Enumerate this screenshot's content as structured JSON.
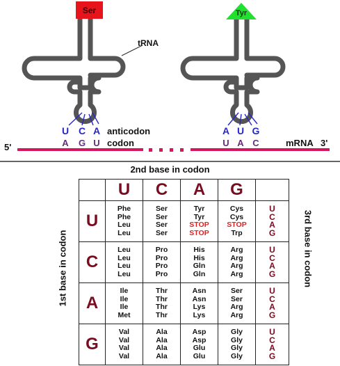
{
  "trna_left": {
    "amino_acid": "Ser",
    "color": "#e8141b",
    "anticodon": [
      "U",
      "C",
      "A"
    ],
    "codon": [
      "A",
      "G",
      "U"
    ]
  },
  "trna_right": {
    "amino_acid": "Tyr",
    "color": "#22e030",
    "anticodon": [
      "A",
      "U",
      "G"
    ],
    "codon": [
      "U",
      "A",
      "C"
    ]
  },
  "labels": {
    "trna": "tRNA",
    "anticodon": "anticodon",
    "codon": "codon",
    "five_prime": "5'",
    "mrna": "mRNA",
    "three_prime": "3'"
  },
  "colors": {
    "anticodon": "#2727c9",
    "codon": "#6a2a7a",
    "mrna": "#d5165f",
    "base_header": "#7a0c1f",
    "stop": "#e32020"
  },
  "table": {
    "second_base_title": "2nd base in codon",
    "first_base_title": "1st base in codon",
    "third_base_title": "3rd base in codon",
    "columns": [
      "U",
      "C",
      "A",
      "G"
    ],
    "third_bases": [
      "U",
      "C",
      "A",
      "G"
    ],
    "rows": [
      {
        "base": "U",
        "cells": [
          [
            "Phe",
            "Phe",
            "Leu",
            "Leu"
          ],
          [
            "Ser",
            "Ser",
            "Ser",
            "Ser"
          ],
          [
            "Tyr",
            "Tyr",
            "STOP",
            "STOP"
          ],
          [
            "Cys",
            "Cys",
            "STOP",
            "Trp"
          ]
        ]
      },
      {
        "base": "C",
        "cells": [
          [
            "Leu",
            "Leu",
            "Leu",
            "Leu"
          ],
          [
            "Pro",
            "Pro",
            "Pro",
            "Pro"
          ],
          [
            "His",
            "His",
            "Gln",
            "Gln"
          ],
          [
            "Arg",
            "Arg",
            "Arg",
            "Arg"
          ]
        ]
      },
      {
        "base": "A",
        "cells": [
          [
            "Ile",
            "Ile",
            "Ile",
            "Met"
          ],
          [
            "Thr",
            "Thr",
            "Thr",
            "Thr"
          ],
          [
            "Asn",
            "Asn",
            "Lys",
            "Lys"
          ],
          [
            "Ser",
            "Ser",
            "Arg",
            "Arg"
          ]
        ]
      },
      {
        "base": "G",
        "cells": [
          [
            "Val",
            "Val",
            "Val",
            "Val"
          ],
          [
            "Ala",
            "Ala",
            "Ala",
            "Ala"
          ],
          [
            "Asp",
            "Asp",
            "Glu",
            "Glu"
          ],
          [
            "Gly",
            "Gly",
            "Gly",
            "Gly"
          ]
        ]
      }
    ]
  }
}
